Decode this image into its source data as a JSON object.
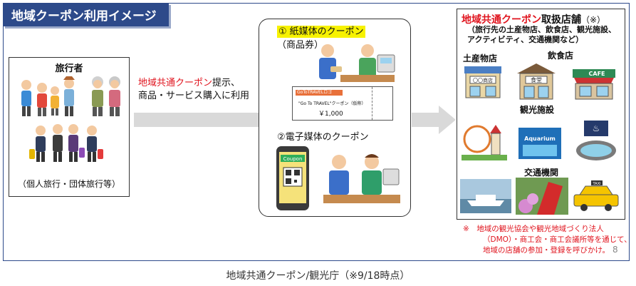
{
  "banner": {
    "title": "地域クーポン利用イメージ"
  },
  "traveler": {
    "title": "旅行者",
    "caption": "（個人旅行・団体旅行等）"
  },
  "arrow": {
    "red": "地域共通クーポン",
    "rest1": "提示、",
    "line2": "商品・サービス購入に利用"
  },
  "paper": {
    "number": "①",
    "title": "紙媒体のクーポン",
    "suffix": "（商品券）"
  },
  "ticket": {
    "header": "GoToTRAVELロゴ",
    "desc": "\"Go To TRAVEL\"クーポン（仮称）",
    "price": "￥1,000"
  },
  "digital": {
    "title": "②電子媒体のクーポン",
    "phone_label": "Coupon"
  },
  "shops": {
    "title_red": "地域共通クーポン",
    "title_black": "取扱店舗",
    "title_note": "（※）",
    "subtitle_line1": "（旅行先の土産物店、飲食店、観光施設、",
    "subtitle_line2": "アクティビティ、交通機関など）",
    "categories": {
      "souvenir": "土産物店",
      "restaurant": "飲食店",
      "sightseeing": "観光施設",
      "transport": "交通機関"
    },
    "signs": {
      "souvenir": "〇〇商店",
      "restaurant": "食堂",
      "cafe": "CAFE",
      "aquarium": "Aquarium",
      "taxi": "TAXI"
    }
  },
  "footnote": {
    "mark": "※",
    "line1": "地域の観光協会や観光地域づくり法人",
    "line2": "（DMO）・商工会・商工会議所等を通じて、",
    "line3": "地域の店舗の参加・登録を呼びかけ。"
  },
  "page_number": "8",
  "caption": "地域共通クーポン/観光庁（※9/18時点）",
  "colors": {
    "navy": "#2d4a8a",
    "red": "#e0141e",
    "highlight": "#f7f200",
    "arrow_gray": "#d9d9d9"
  }
}
